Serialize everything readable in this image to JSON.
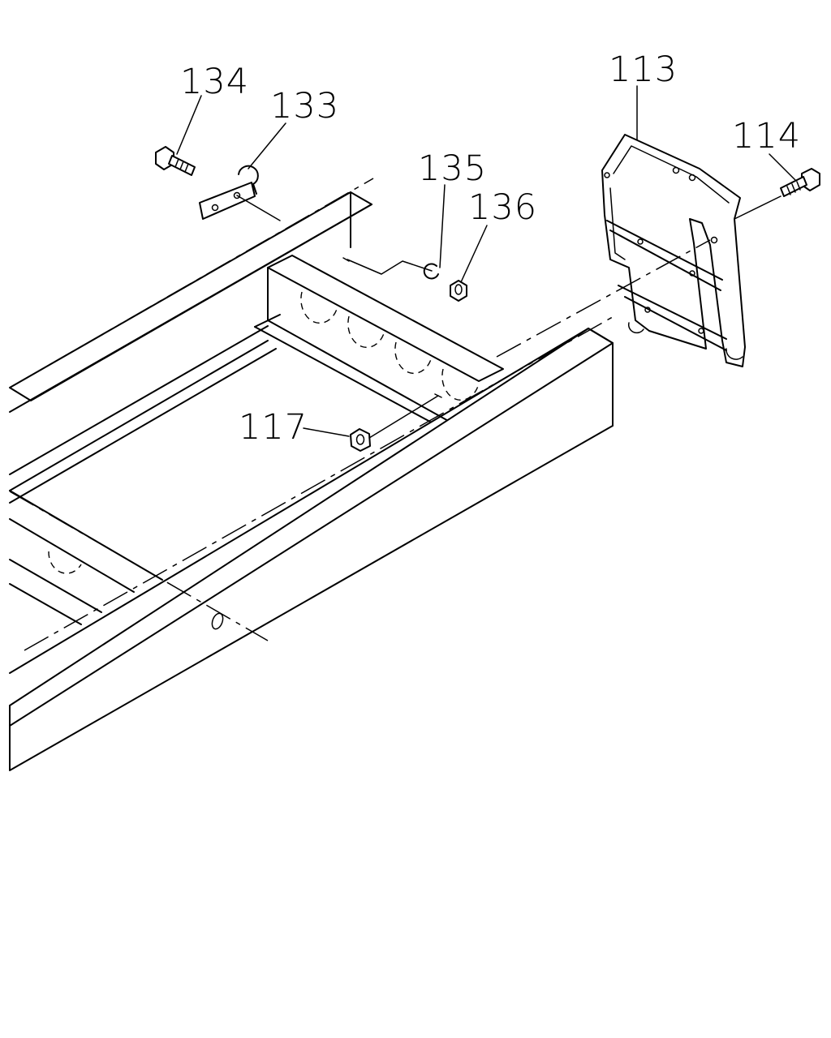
{
  "diagram": {
    "labels": {
      "p134": "134",
      "p133": "133",
      "p135": "135",
      "p136": "136",
      "p113": "113",
      "p114": "114",
      "p117": "117"
    }
  }
}
